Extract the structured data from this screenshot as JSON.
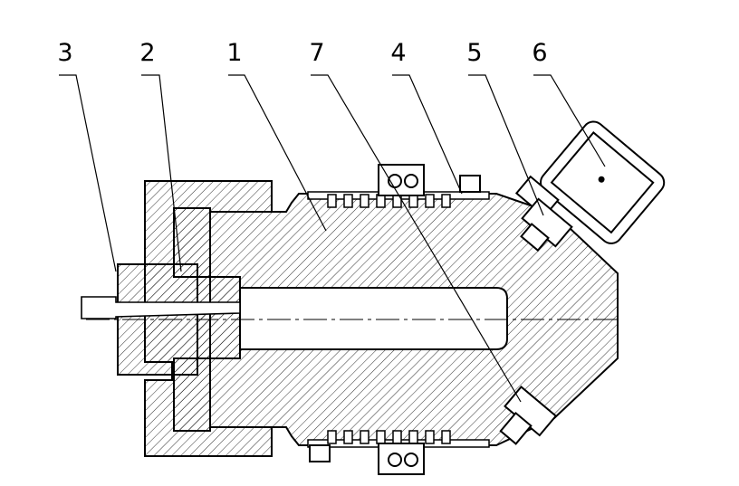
{
  "callouts": [
    {
      "id": "c3",
      "label": "3"
    },
    {
      "id": "c2",
      "label": "2"
    },
    {
      "id": "c1",
      "label": "1"
    },
    {
      "id": "c7",
      "label": "7"
    },
    {
      "id": "c4",
      "label": "4"
    },
    {
      "id": "c5",
      "label": "5"
    },
    {
      "id": "c6",
      "label": "6"
    }
  ],
  "colors": {
    "line": "#000000",
    "hatch": "#000000",
    "background": "#ffffff"
  }
}
